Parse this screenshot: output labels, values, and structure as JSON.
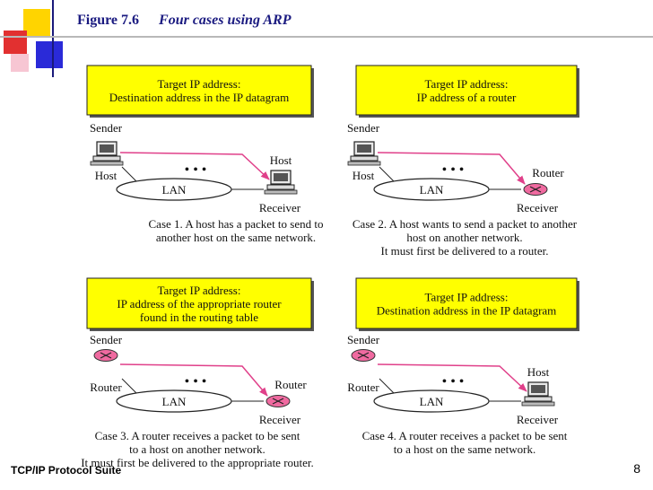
{
  "slide": {
    "figure_number": "Figure 7.6",
    "figure_title": "Four cases using ARP",
    "footer": "TCP/IP Protocol Suite",
    "page_number": "8"
  },
  "colors": {
    "box_fill": "#ffff00",
    "arrow": "#e0408a",
    "router_fill": "#f06aa0",
    "title": "#1a1a80"
  },
  "cases": [
    {
      "box_lines": [
        "Target IP address:",
        "Destination address in the IP datagram"
      ],
      "sender_label": "Sender",
      "sender_type_label": "Host",
      "lan_label": "LAN",
      "dots": "• • •",
      "receiver_type_label": "Host",
      "receiver_label": "Receiver",
      "caption_lines": [
        "Case 1.  A host has a packet to send to",
        "another host on the same network."
      ]
    },
    {
      "box_lines": [
        "Target IP address:",
        "IP address of a router"
      ],
      "sender_label": "Sender",
      "sender_type_label": "Host",
      "lan_label": "LAN",
      "dots": "• • •",
      "receiver_type_label": "Router",
      "receiver_label": "Receiver",
      "caption_lines": [
        "Case 2. A host wants to send a packet to another",
        "host on another network.",
        "It must first be delivered to a router."
      ]
    },
    {
      "box_lines": [
        "Target IP address:",
        "IP address of the appropriate router",
        "found in the routing table"
      ],
      "sender_label": "Sender",
      "sender_type_label": "Router",
      "lan_label": "LAN",
      "dots": "• • •",
      "receiver_type_label": "Router",
      "receiver_label": "Receiver",
      "caption_lines": [
        "Case 3. A router receives a packet  to be sent",
        "to a host on another network.",
        "It must first be delivered to the appropriate  router."
      ]
    },
    {
      "box_lines": [
        "Target IP address:",
        "Destination address in the IP datagram"
      ],
      "sender_label": "Sender",
      "sender_type_label": "Router",
      "lan_label": "LAN",
      "dots": "• • •",
      "receiver_type_label": "Host",
      "receiver_label": "Receiver",
      "caption_lines": [
        "Case 4.  A router receives a packet  to be sent",
        "to a host on the same network."
      ]
    }
  ]
}
